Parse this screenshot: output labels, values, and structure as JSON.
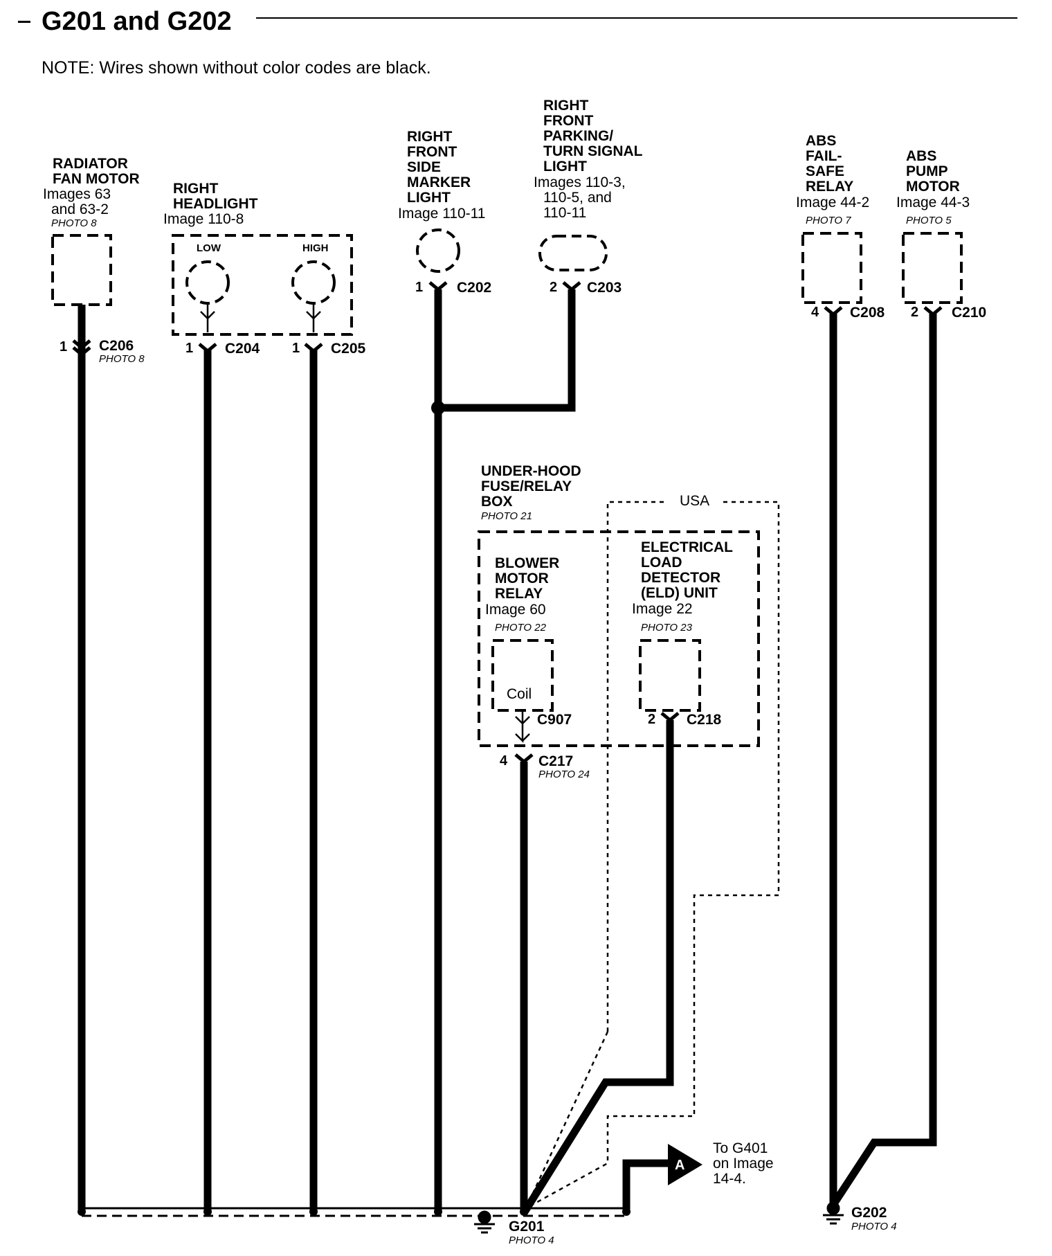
{
  "title": "G201 and G202",
  "note": "NOTE: Wires shown without color codes are black.",
  "components": {
    "radiator_fan": {
      "name1": "RADIATOR",
      "name2": "FAN MOTOR",
      "ref1": "Images 63",
      "ref2": "and 63-2",
      "photo": "PHOTO 8",
      "connector": "C206",
      "connector_photo": "PHOTO 8",
      "pin": "1"
    },
    "right_headlight": {
      "name1": "RIGHT",
      "name2": "HEADLIGHT",
      "ref": "Image 110-8",
      "low": "LOW",
      "high": "HIGH",
      "connector_low": "C204",
      "pin_low": "1",
      "connector_high": "C205",
      "pin_high": "1"
    },
    "side_marker": {
      "name1": "RIGHT",
      "name2": "FRONT",
      "name3": "SIDE",
      "name4": "MARKER",
      "name5": "LIGHT",
      "ref": "Image 110-11",
      "connector": "C202",
      "pin": "1"
    },
    "parking_light": {
      "name1": "RIGHT",
      "name2": "FRONT",
      "name3": "PARKING/",
      "name4": "TURN SIGNAL",
      "name5": "LIGHT",
      "ref1": "Images 110-3,",
      "ref2": "110-5, and",
      "ref3": "110-11",
      "connector": "C203",
      "pin": "2"
    },
    "abs_relay": {
      "name1": "ABS",
      "name2": "FAIL-",
      "name3": "SAFE",
      "name4": "RELAY",
      "ref": "Image 44-2",
      "photo": "PHOTO 7",
      "connector": "C208",
      "pin": "4"
    },
    "abs_pump": {
      "name1": "ABS",
      "name2": "PUMP",
      "name3": "MOTOR",
      "ref": "Image 44-3",
      "photo": "PHOTO 5",
      "connector": "C210",
      "pin": "2"
    },
    "fuse_box": {
      "name1": "UNDER-HOOD",
      "name2": "FUSE/RELAY",
      "name3": "BOX",
      "photo": "PHOTO 21",
      "connector": "C217",
      "connector_photo": "PHOTO 24",
      "pin": "4"
    },
    "blower_relay": {
      "name1": "BLOWER",
      "name2": "MOTOR",
      "name3": "RELAY",
      "ref": "Image 60",
      "photo": "PHOTO 22",
      "coil": "Coil",
      "connector": "C907"
    },
    "eld": {
      "name1": "ELECTRICAL",
      "name2": "LOAD",
      "name3": "DETECTOR",
      "name4": "(ELD) UNIT",
      "ref": "Image 22",
      "photo": "PHOTO 23",
      "connector": "C218",
      "pin": "2"
    }
  },
  "usa_label": "USA",
  "grounds": {
    "g201": {
      "name": "G201",
      "photo": "PHOTO 4"
    },
    "g202": {
      "name": "G202",
      "photo": "PHOTO 4"
    }
  },
  "offpage": {
    "marker": "A",
    "line1": "To G401",
    "line2": "on Image",
    "line3": "14-4."
  }
}
